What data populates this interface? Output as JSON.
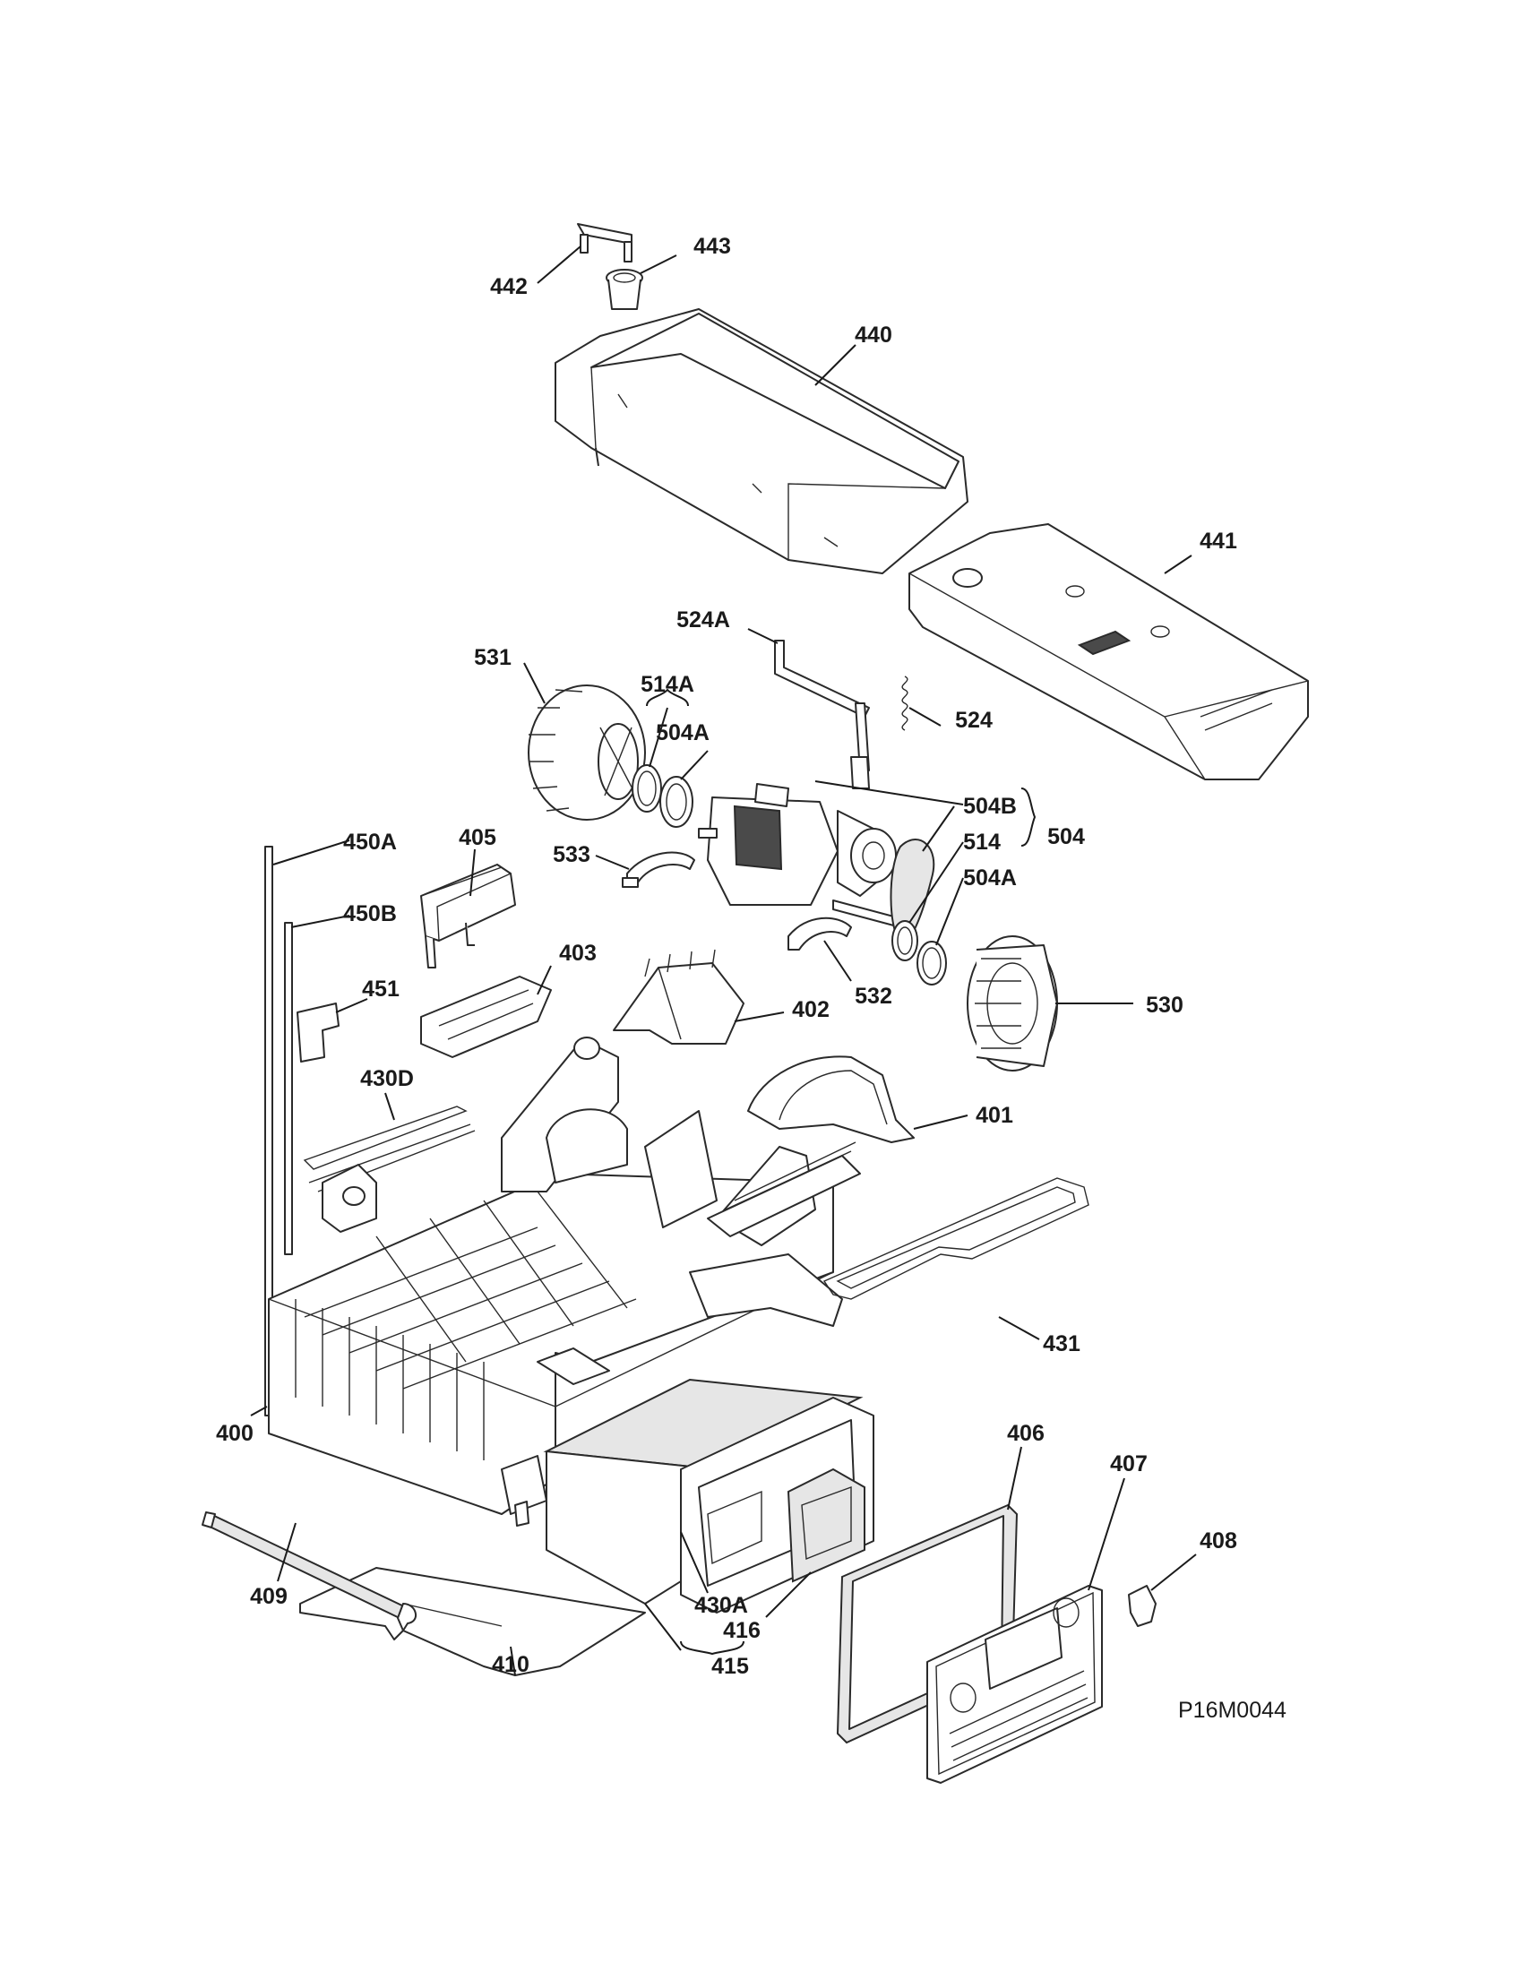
{
  "diagram_id": "P16M0044",
  "callouts": [
    "442",
    "443",
    "440",
    "441",
    "524A",
    "531",
    "514A",
    "504A",
    "524",
    "405",
    "450A",
    "504B",
    "514",
    "504",
    "533",
    "504A",
    "450B",
    "403",
    "451",
    "402",
    "532",
    "530",
    "430D",
    "401",
    "431",
    "400",
    "406",
    "407",
    "408",
    "409",
    "430A",
    "416",
    "410",
    "415"
  ]
}
